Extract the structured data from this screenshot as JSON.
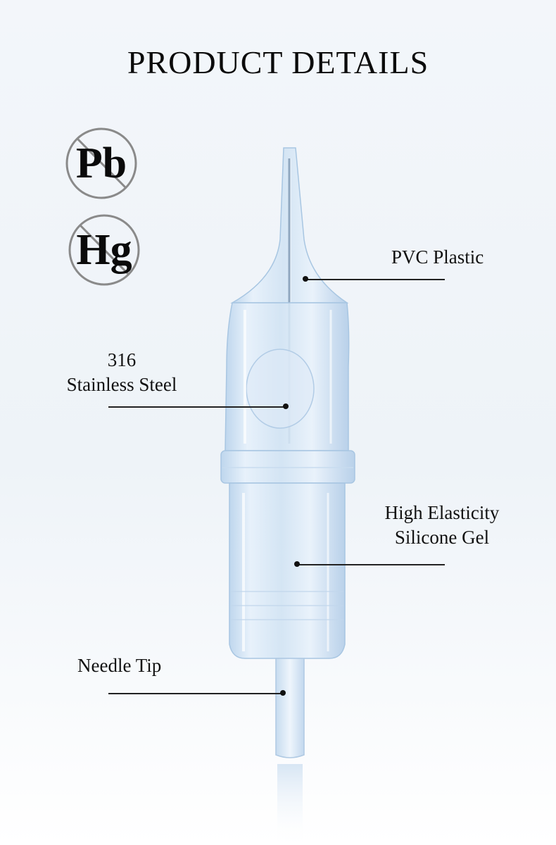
{
  "page": {
    "title": "PRODUCT DETAILS"
  },
  "badges": [
    {
      "symbol": "Pb",
      "icon": "no-lead-icon"
    },
    {
      "symbol": "Hg",
      "icon": "no-mercury-icon"
    }
  ],
  "callouts": {
    "pvc_plastic": {
      "text": "PVC Plastic"
    },
    "stainless_steel": {
      "line1": "316",
      "line2": "Stainless Steel"
    },
    "silicone_gel": {
      "line1": "High Elasticity",
      "line2": "Silicone Gel"
    },
    "needle_tip": {
      "text": "Needle Tip"
    }
  },
  "colors": {
    "background": "#f1f5f9",
    "cartridge": "#cfe2f3",
    "cartridge_edge": "#9fbfdd",
    "badge_ring": "#8a8a8a",
    "text": "#111111"
  }
}
